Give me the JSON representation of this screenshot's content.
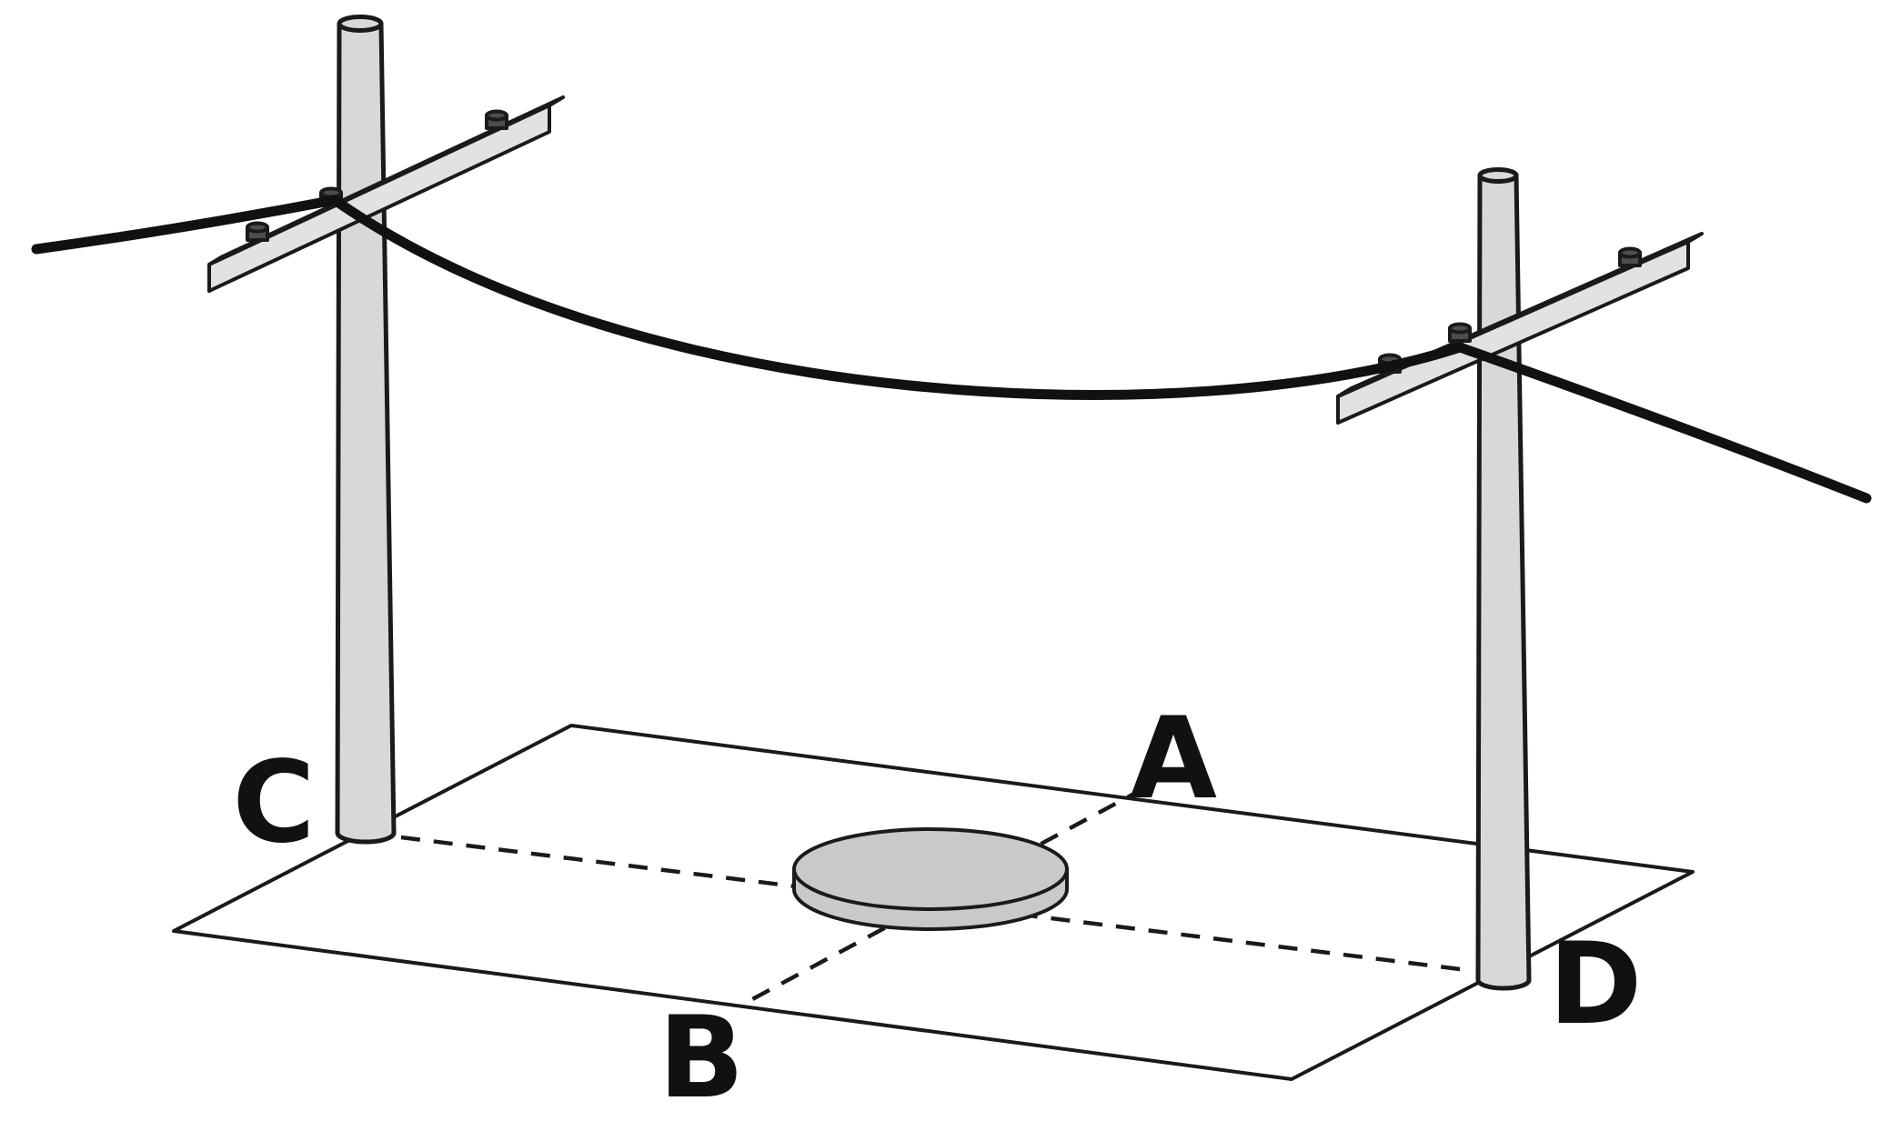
{
  "figure": {
    "labels": {
      "a": "A",
      "b": "B",
      "c": "C",
      "d": "D"
    },
    "colors": {
      "background": "#ffffff",
      "outline": "#1a1a1a",
      "pole_fill": "#d8d8d8",
      "crossbar_front_fill": "#e2e2e2",
      "crossbar_top_fill": "#cfcfcf",
      "crossbar_end_fill": "#c4c4c4",
      "disc_fill": "#c9c9c9",
      "bolt_fill": "#4d4d4d",
      "wire": "#111111",
      "label_color": "#111111"
    }
  }
}
